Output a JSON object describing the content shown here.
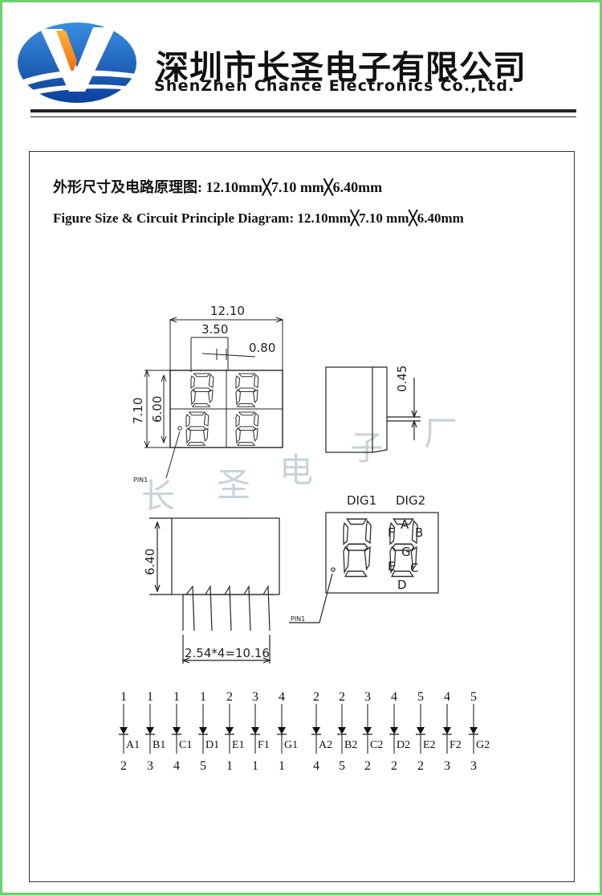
{
  "company": {
    "name_cn": "深圳市长圣电子有限公司",
    "name_en": "ShenZhen Chance Electronics Co.,Ltd."
  },
  "titles": {
    "cn": "外形尺寸及电路原理图: 12.10mm╳7.10  mm╳6.40mm",
    "en": "Figure Size & Circuit Principle Diagram:    12.10mm╳7.10  mm╳6.40mm"
  },
  "dimensions": {
    "width": "12.10",
    "seg_width": "3.50",
    "seg_gap": "0.80",
    "height_total": "7.10",
    "height_inner": "6.00",
    "pin_thickness": "0.45",
    "depth": "6.40",
    "pitch": "2.54*4=10.16",
    "pin1": "PIN1",
    "pin1_b": "PIN1"
  },
  "digits": {
    "dig1": "DIG1",
    "dig2": "DIG2"
  },
  "segment_letters": {
    "a": "A",
    "b": "B",
    "c": "C",
    "d": "D",
    "e": "E",
    "f": "F",
    "g": "G"
  },
  "watermark": [
    "长",
    "圣",
    "电",
    "子",
    "厂"
  ],
  "circuit": [
    {
      "seg": "A1",
      "top": "1",
      "bottom": "2"
    },
    {
      "seg": "B1",
      "top": "1",
      "bottom": "3"
    },
    {
      "seg": "C1",
      "top": "1",
      "bottom": "4"
    },
    {
      "seg": "D1",
      "top": "1",
      "bottom": "5"
    },
    {
      "seg": "E1",
      "top": "2",
      "bottom": "1"
    },
    {
      "seg": "F1",
      "top": "3",
      "bottom": "1"
    },
    {
      "seg": "G1",
      "top": "4",
      "bottom": "1"
    },
    {
      "seg": "A2",
      "top": "2",
      "bottom": "4"
    },
    {
      "seg": "B2",
      "top": "2",
      "bottom": "5"
    },
    {
      "seg": "C2",
      "top": "3",
      "bottom": "2"
    },
    {
      "seg": "D2",
      "top": "4",
      "bottom": "2"
    },
    {
      "seg": "E2",
      "top": "5",
      "bottom": "2"
    },
    {
      "seg": "F2",
      "top": "4",
      "bottom": "3"
    },
    {
      "seg": "G2",
      "top": "5",
      "bottom": "3"
    }
  ]
}
